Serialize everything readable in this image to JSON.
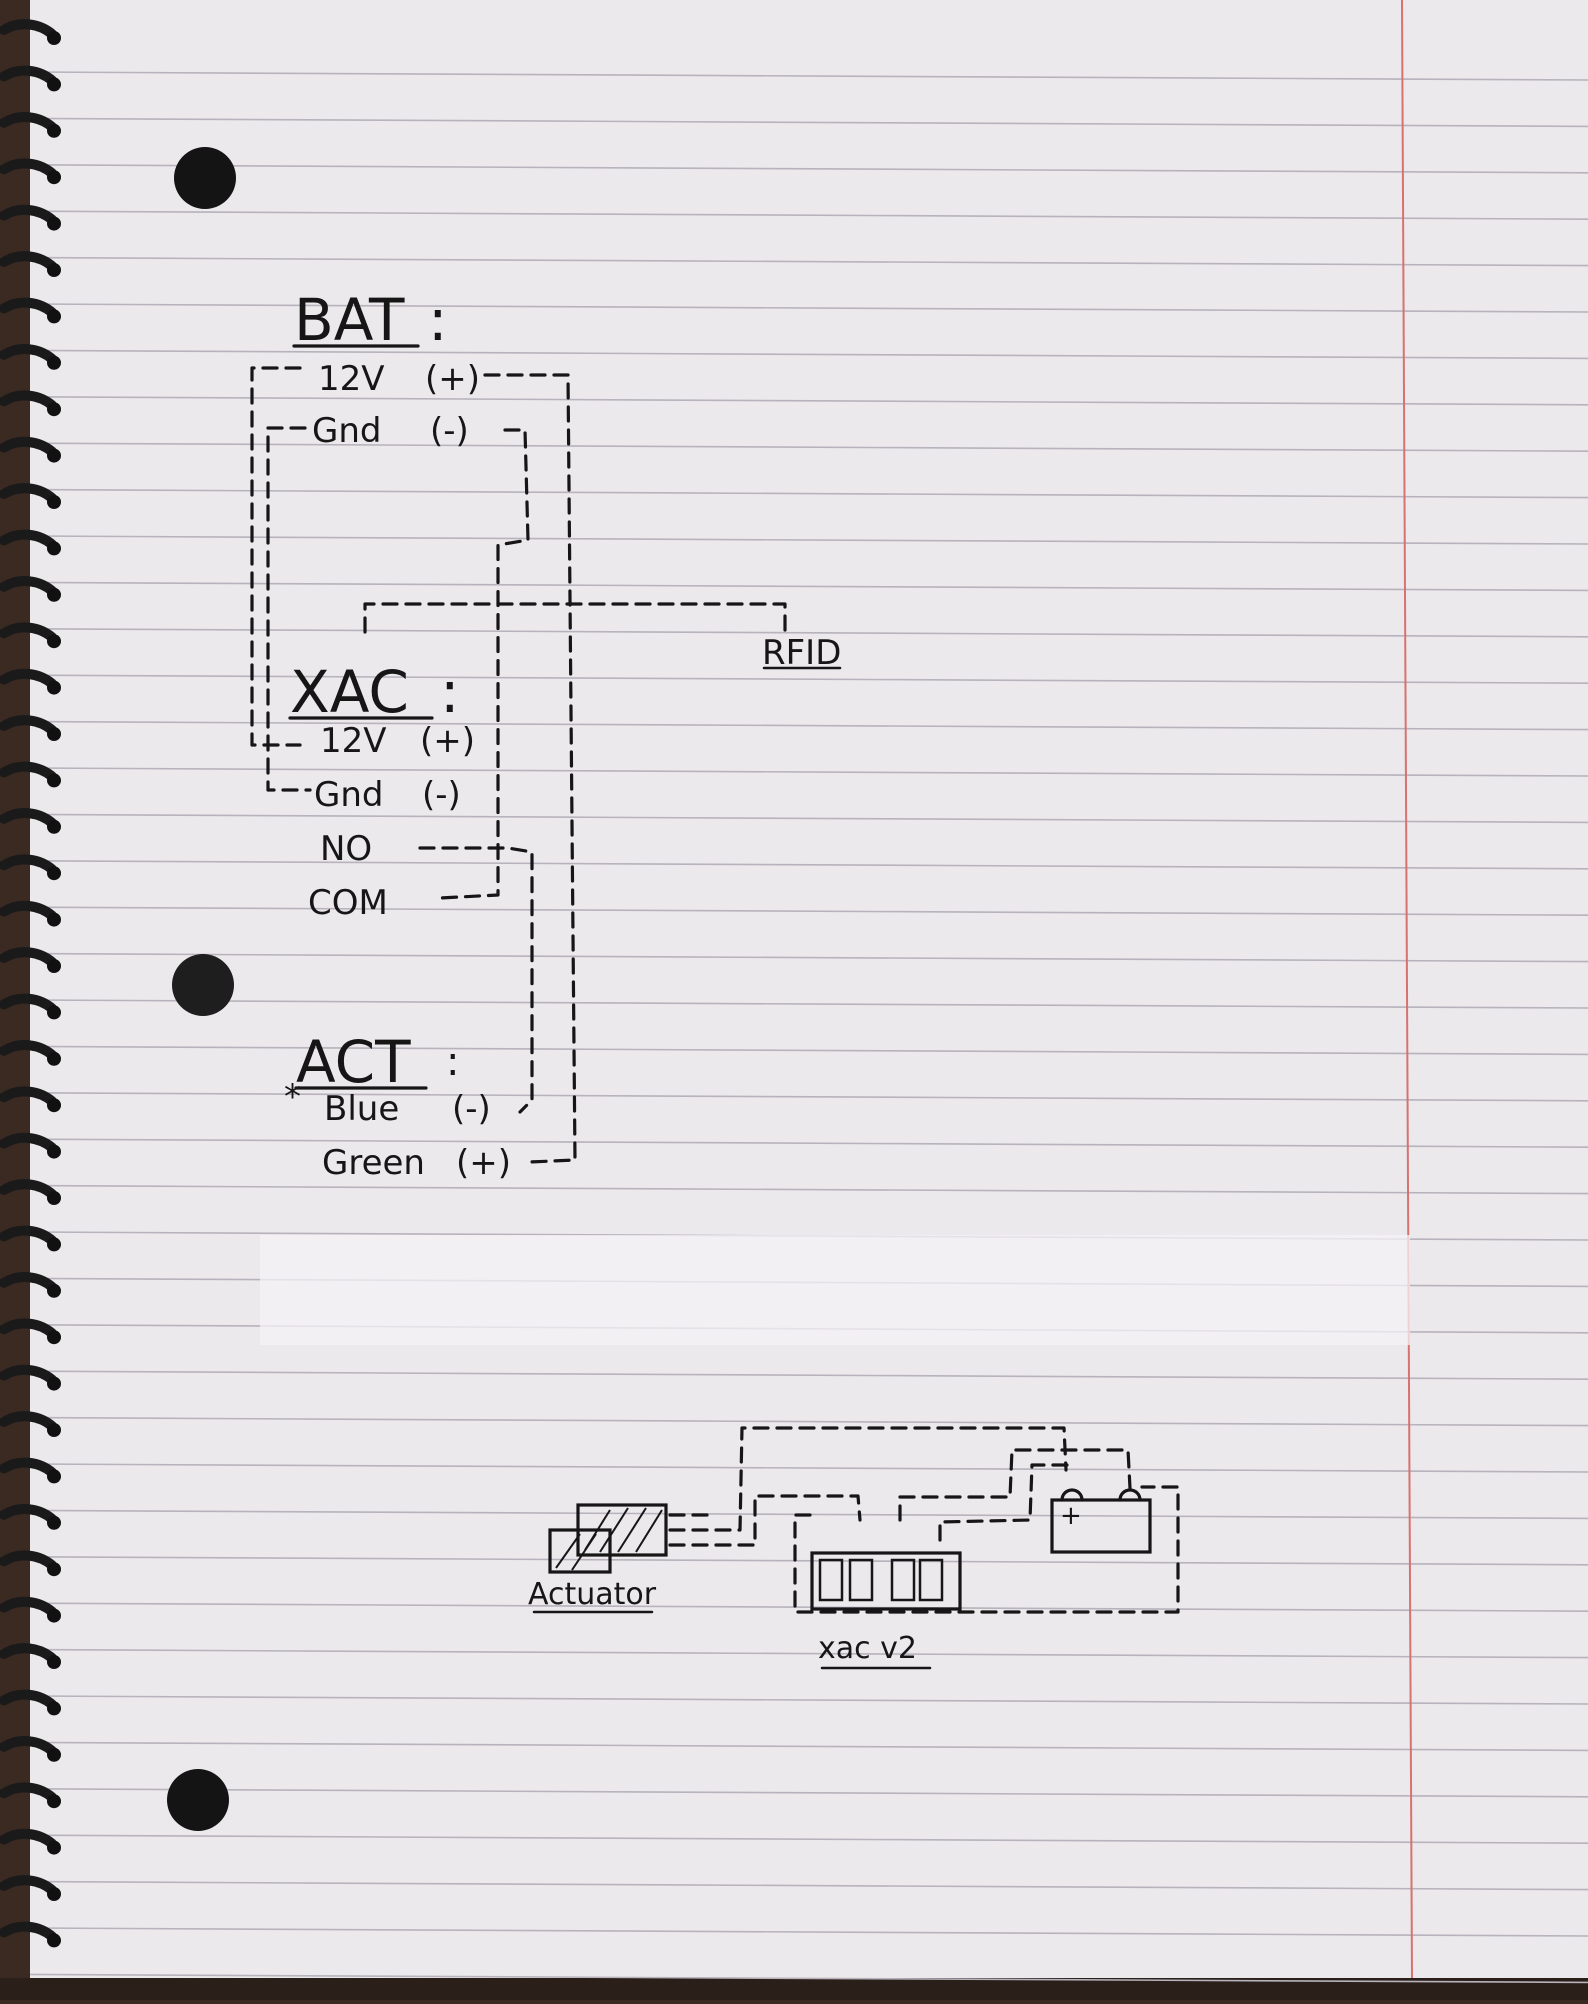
{
  "sections": {
    "bat": {
      "heading": "BAT",
      "rows": [
        {
          "label": "12V",
          "polarity": "(+)"
        },
        {
          "label": "Gnd",
          "polarity": "(-)"
        }
      ]
    },
    "xac": {
      "heading": "XAC",
      "rows": [
        {
          "label": "12V",
          "polarity": "(+)"
        },
        {
          "label": "Gnd",
          "polarity": "(-)"
        },
        {
          "label": "NO",
          "polarity": ""
        },
        {
          "label": "COM",
          "polarity": ""
        }
      ]
    },
    "act": {
      "heading": "ACT",
      "rows": [
        {
          "label": "Blue",
          "polarity": "(-)"
        },
        {
          "label": "Green",
          "polarity": "(+)"
        }
      ],
      "marker": "*"
    },
    "rfid": {
      "label": "RFID"
    }
  },
  "lower_diagram": {
    "actuator_label": "Actuator",
    "xac_label": "xac v2",
    "battery_plus": "+"
  },
  "paper": {
    "background": "#ece9ec",
    "rule_color": "#b7b2bb",
    "margin_color": "#d7726f",
    "ink": "#161616"
  }
}
